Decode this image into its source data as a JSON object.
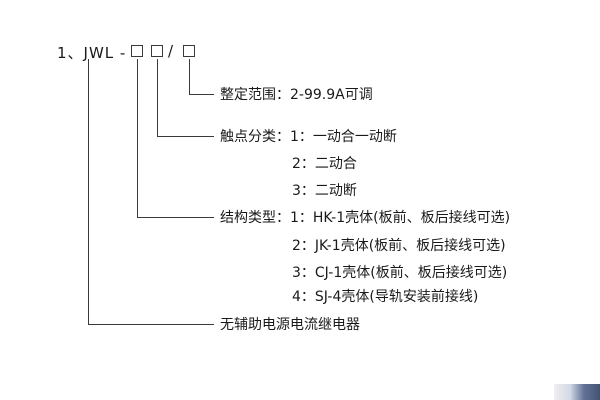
{
  "model": {
    "title_prefix": "1、JWL -",
    "slash": "/"
  },
  "branches": {
    "setting_range": {
      "label": "整定范围：2-99.9A可调"
    },
    "contact": {
      "label": "触点分类：1：一动合一动断",
      "item2": "2：二动合",
      "item3": "3：二动断"
    },
    "structure": {
      "label": "结构类型：1：HK-1壳体(板前、板后接线可选)",
      "item2": "2：JK-1壳体(板前、板后接线可选)",
      "item3": "3：CJ-1壳体(板前、板后接线可选)",
      "item4": "4：SJ-4壳体(导轨安装前接线)"
    },
    "relay_name": {
      "label": "无辅助电源电流继电器"
    }
  }
}
